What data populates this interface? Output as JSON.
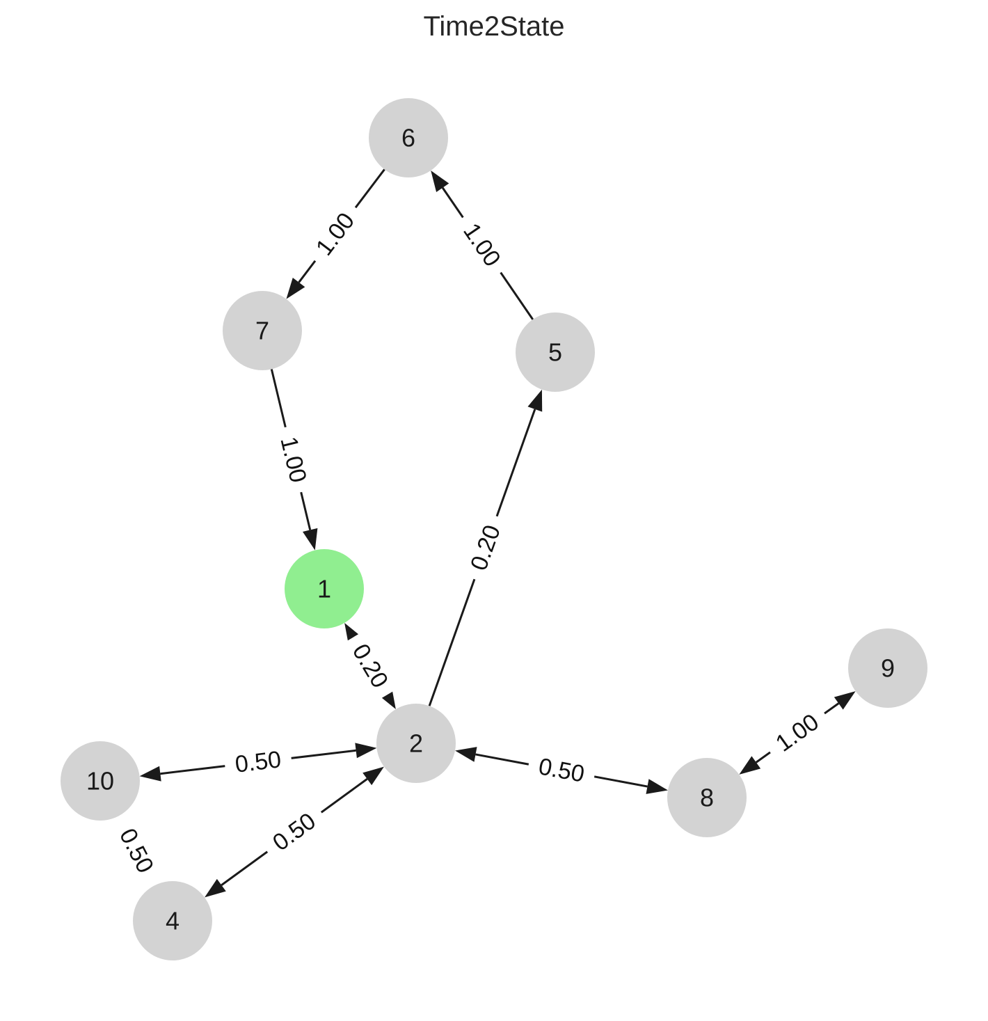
{
  "title": "Time2State",
  "colors": {
    "node_default": "#d3d3d3",
    "node_highlight": "#90ee90",
    "edge": "#1a1a1a"
  },
  "nodes": [
    {
      "id": "1",
      "label": "1",
      "highlight": true
    },
    {
      "id": "2",
      "label": "2",
      "highlight": false
    },
    {
      "id": "4",
      "label": "4",
      "highlight": false
    },
    {
      "id": "5",
      "label": "5",
      "highlight": false
    },
    {
      "id": "6",
      "label": "6",
      "highlight": false
    },
    {
      "id": "7",
      "label": "7",
      "highlight": false
    },
    {
      "id": "8",
      "label": "8",
      "highlight": false
    },
    {
      "id": "9",
      "label": "9",
      "highlight": false
    },
    {
      "id": "10",
      "label": "10",
      "highlight": false
    }
  ],
  "edges": [
    {
      "source": "6",
      "target": "7",
      "label": "1.00",
      "bidirectional": false
    },
    {
      "source": "5",
      "target": "6",
      "label": "1.00",
      "bidirectional": false
    },
    {
      "source": "7",
      "target": "1",
      "label": "1.00",
      "bidirectional": false
    },
    {
      "source": "2",
      "target": "5",
      "label": "0.20",
      "bidirectional": false
    },
    {
      "source": "1",
      "target": "2",
      "label": "0.20",
      "bidirectional": true
    },
    {
      "source": "10",
      "target": "2",
      "label": "0.50",
      "bidirectional": true
    },
    {
      "source": "2",
      "target": "8",
      "label": "0.50",
      "bidirectional": true
    },
    {
      "source": "4",
      "target": "2",
      "label": "0.50",
      "bidirectional": true
    },
    {
      "source": "8",
      "target": "9",
      "label": "1.00",
      "bidirectional": true
    },
    {
      "source": "10",
      "target": "4",
      "label": "0.50",
      "bidirectional": false,
      "hidden_line": true
    }
  ]
}
